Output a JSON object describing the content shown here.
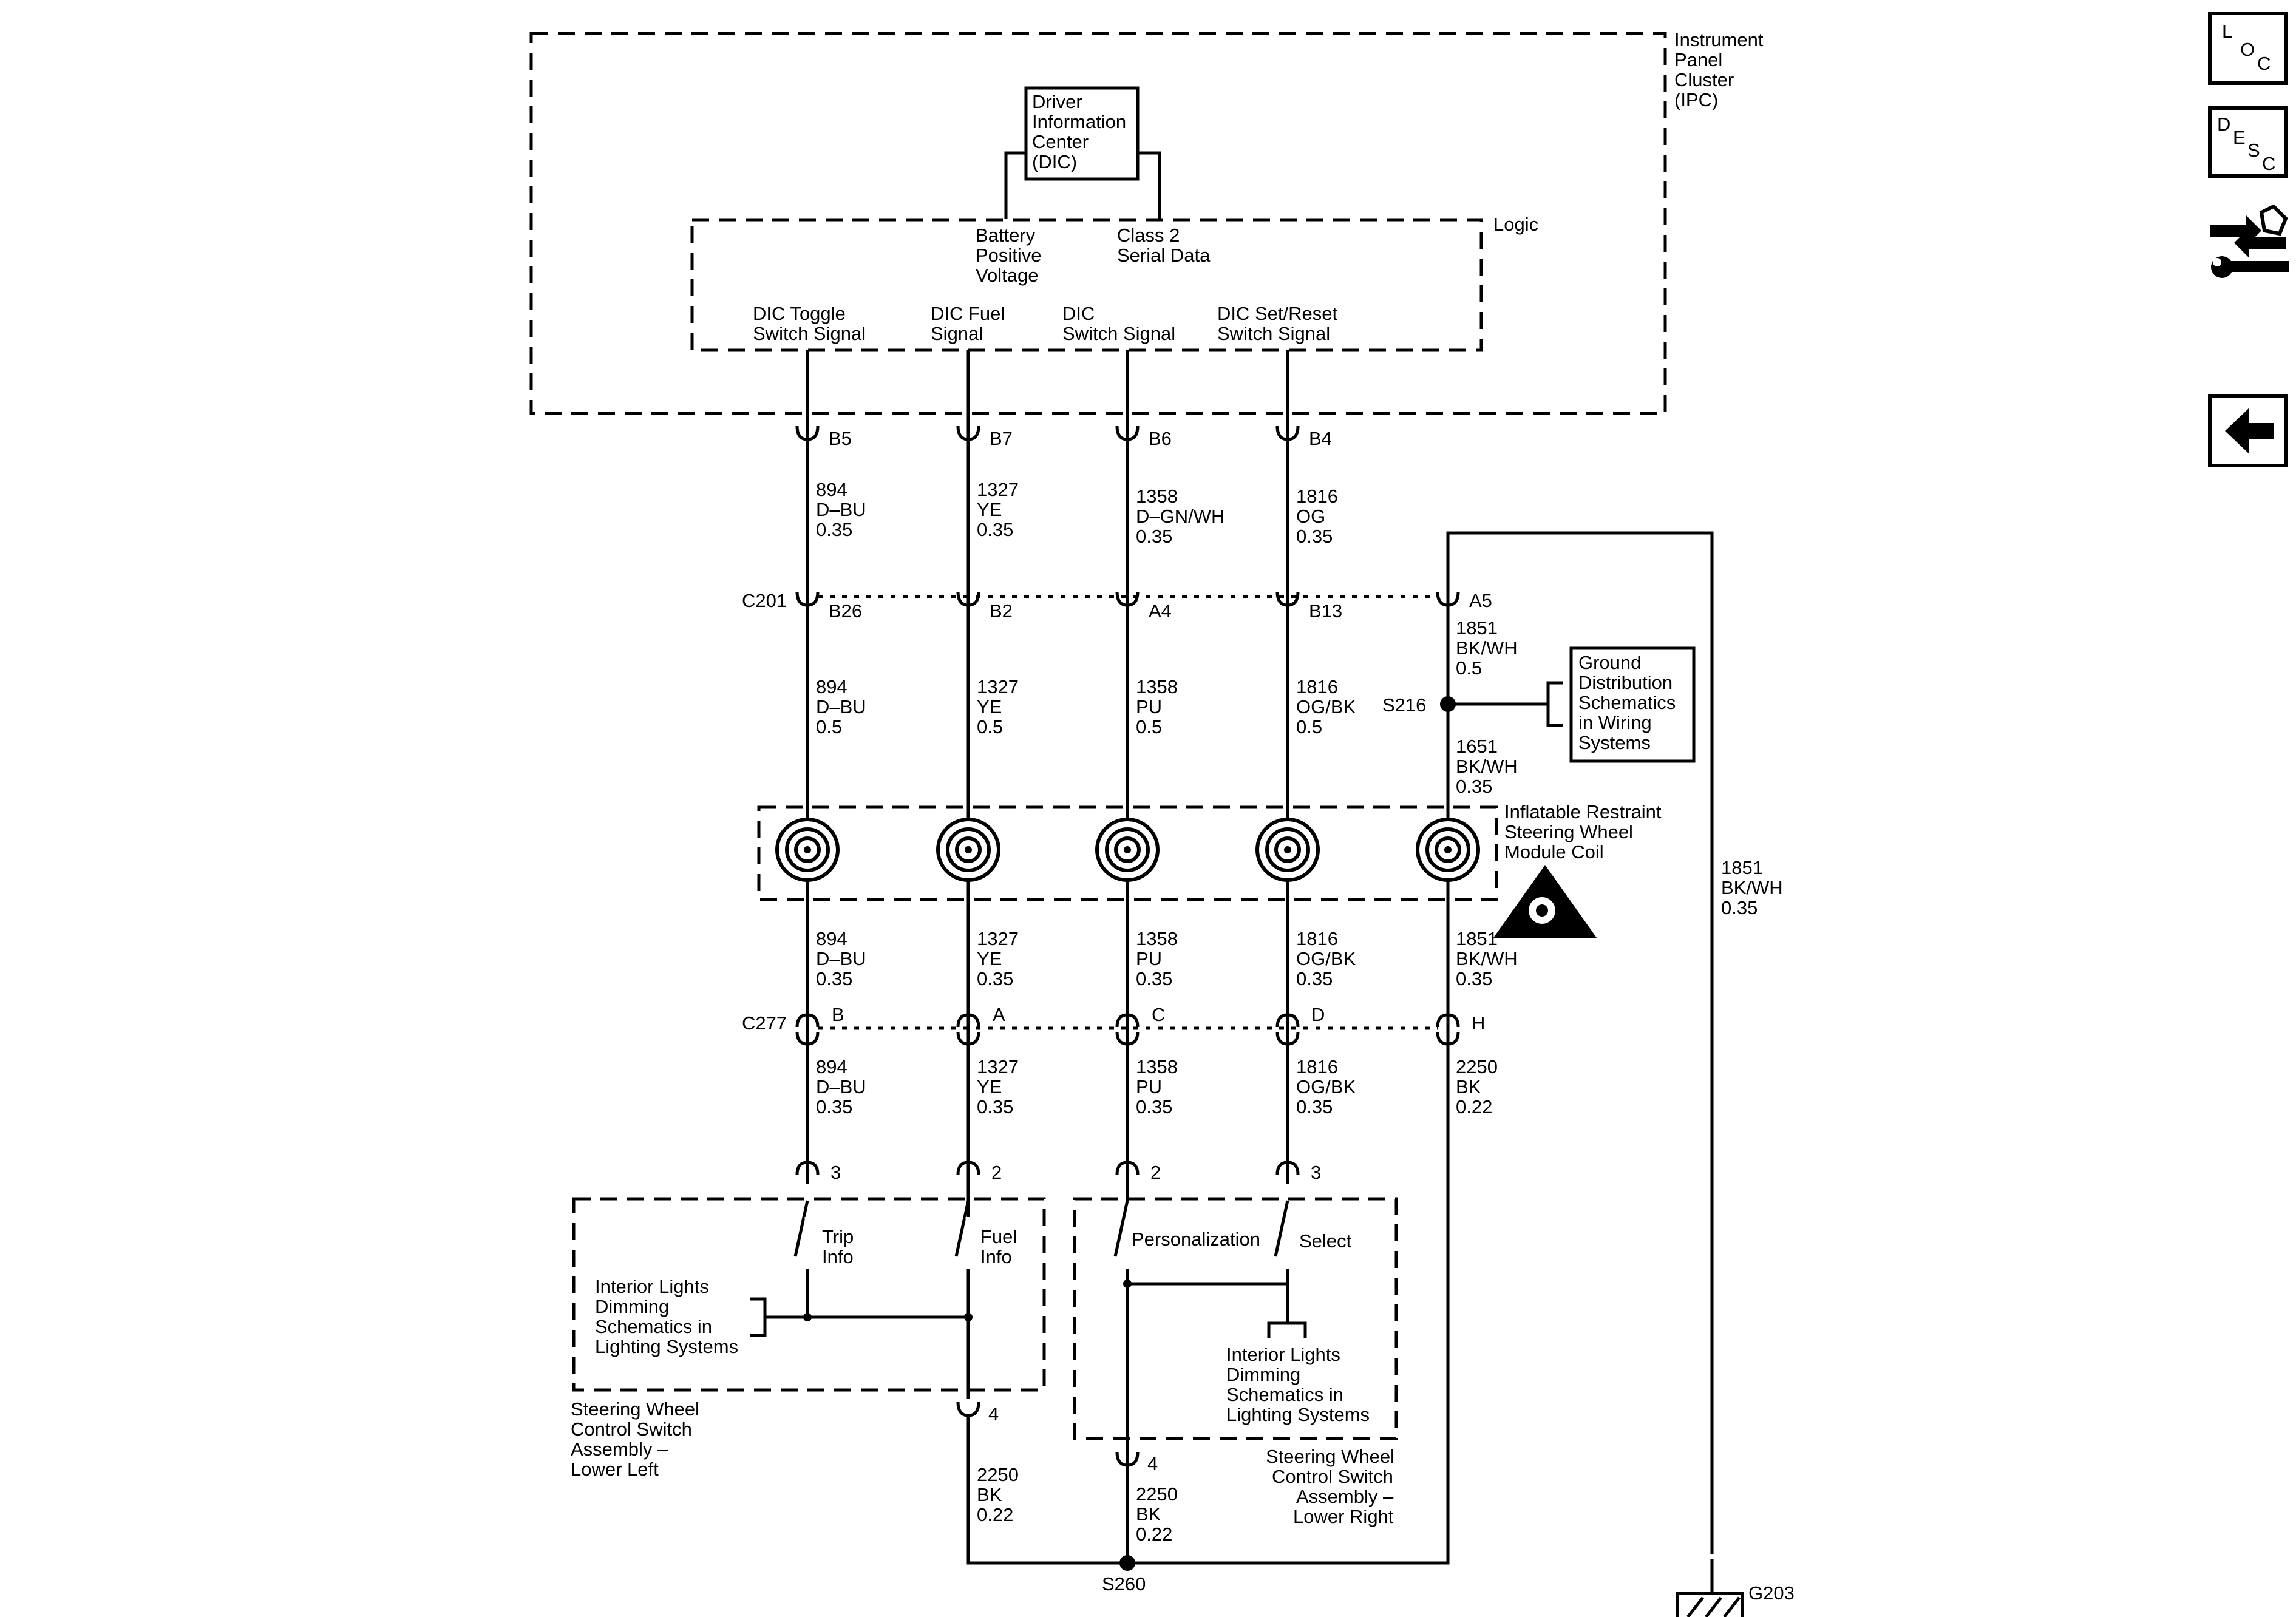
{
  "ipc": {
    "line1": "Instrument",
    "line2": "Panel",
    "line3": "Cluster",
    "line4": "(IPC)"
  },
  "dic": {
    "line1": "Driver",
    "line2": "Information",
    "line3": "Center",
    "line4": "(DIC)"
  },
  "logic": "Logic",
  "battery": {
    "line1": "Battery",
    "line2": "Positive",
    "line3": "Voltage"
  },
  "class2": {
    "line1": "Class 2",
    "line2": "Serial Data"
  },
  "signals": [
    {
      "line1": "DIC Toggle",
      "line2": "Switch Signal"
    },
    {
      "line1": "DIC Fuel",
      "line2": "Signal"
    },
    {
      "line1": "DIC",
      "line2": "Switch Signal"
    },
    {
      "line1": "DIC Set/Reset",
      "line2": "Switch Signal"
    }
  ],
  "ipc_pins": [
    "B5",
    "B7",
    "B6",
    "B4"
  ],
  "wires_ipc_c201": [
    {
      "c": "894",
      "col": "D–BU",
      "g": "0.35"
    },
    {
      "c": "1327",
      "col": "YE",
      "g": "0.35"
    },
    {
      "c": "1358",
      "col": "D–GN/WH",
      "g": "0.35"
    },
    {
      "c": "1816",
      "col": "OG",
      "g": "0.35"
    }
  ],
  "c201": {
    "name": "C201",
    "pins": [
      "B26",
      "B2",
      "A4",
      "B13",
      "A5"
    ]
  },
  "wire_a5": {
    "c": "1851",
    "col": "BK/WH",
    "g": "0.5"
  },
  "splice_s216": "S216",
  "ground_dist": {
    "line1": "Ground",
    "line2": "Distribution",
    "line3": "Schematics",
    "line4": "in Wiring",
    "line5": "Systems"
  },
  "wire_s216_coil": {
    "c": "1651",
    "col": "BK/WH",
    "g": "0.35"
  },
  "wires_c201_coil": [
    {
      "c": "894",
      "col": "D–BU",
      "g": "0.5"
    },
    {
      "c": "1327",
      "col": "YE",
      "g": "0.5"
    },
    {
      "c": "1358",
      "col": "PU",
      "g": "0.5"
    },
    {
      "c": "1816",
      "col": "OG/BK",
      "g": "0.5"
    }
  ],
  "coil_label": {
    "line1": "Inflatable Restraint",
    "line2": "Steering Wheel",
    "line3": "Module Coil"
  },
  "wires_coil_c277": [
    {
      "c": "894",
      "col": "D–BU",
      "g": "0.35"
    },
    {
      "c": "1327",
      "col": "YE",
      "g": "0.35"
    },
    {
      "c": "1358",
      "col": "PU",
      "g": "0.35"
    },
    {
      "c": "1816",
      "col": "OG/BK",
      "g": "0.35"
    },
    {
      "c": "1851",
      "col": "BK/WH",
      "g": "0.35"
    }
  ],
  "c277": {
    "name": "C277",
    "pins": [
      "B",
      "A",
      "C",
      "D",
      "H"
    ]
  },
  "wires_c277_sw": [
    {
      "c": "894",
      "col": "D–BU",
      "g": "0.35"
    },
    {
      "c": "1327",
      "col": "YE",
      "g": "0.35"
    },
    {
      "c": "1358",
      "col": "PU",
      "g": "0.35"
    },
    {
      "c": "1816",
      "col": "OG/BK",
      "g": "0.35"
    },
    {
      "c": "2250",
      "col": "BK",
      "g": "0.22"
    }
  ],
  "switch_pins": [
    "3",
    "2",
    "2",
    "3"
  ],
  "left_switches": [
    {
      "line1": "Trip",
      "line2": "Info"
    },
    {
      "line1": "Fuel",
      "line2": "Info"
    }
  ],
  "right_switches": [
    "Personalization",
    "Select"
  ],
  "ild_left": {
    "line1": "Interior Lights",
    "line2": "Dimming",
    "line3": "Schematics in",
    "line4": "Lighting Systems"
  },
  "ild_right": {
    "line1": "Interior Lights",
    "line2": "Dimming",
    "line3": "Schematics in",
    "line4": "Lighting Systems"
  },
  "swa_left": {
    "line1": "Steering Wheel",
    "line2": "Control Switch",
    "line3": "Assembly –",
    "line4": "Lower Left"
  },
  "swa_right": {
    "line1": "Steering Wheel",
    "line2": "Control Switch",
    "line3": "Assembly –",
    "line4": "Lower Right"
  },
  "pin4_left": "4",
  "pin4_right": "4",
  "wire_ground_left": {
    "c": "2250",
    "col": "BK",
    "g": "0.22"
  },
  "wire_ground_right": {
    "c": "2250",
    "col": "BK",
    "g": "0.22"
  },
  "splice_s260": "S260",
  "wire_g203": {
    "c": "1851",
    "col": "BK/WH",
    "g": "0.35"
  },
  "ground_g203": "G203",
  "nav": {
    "loc": {
      "l1": "L",
      "l2": "O",
      "l3": "C"
    },
    "desc": {
      "l1": "D",
      "l2": "E",
      "l3": "S",
      "l4": "C"
    }
  }
}
